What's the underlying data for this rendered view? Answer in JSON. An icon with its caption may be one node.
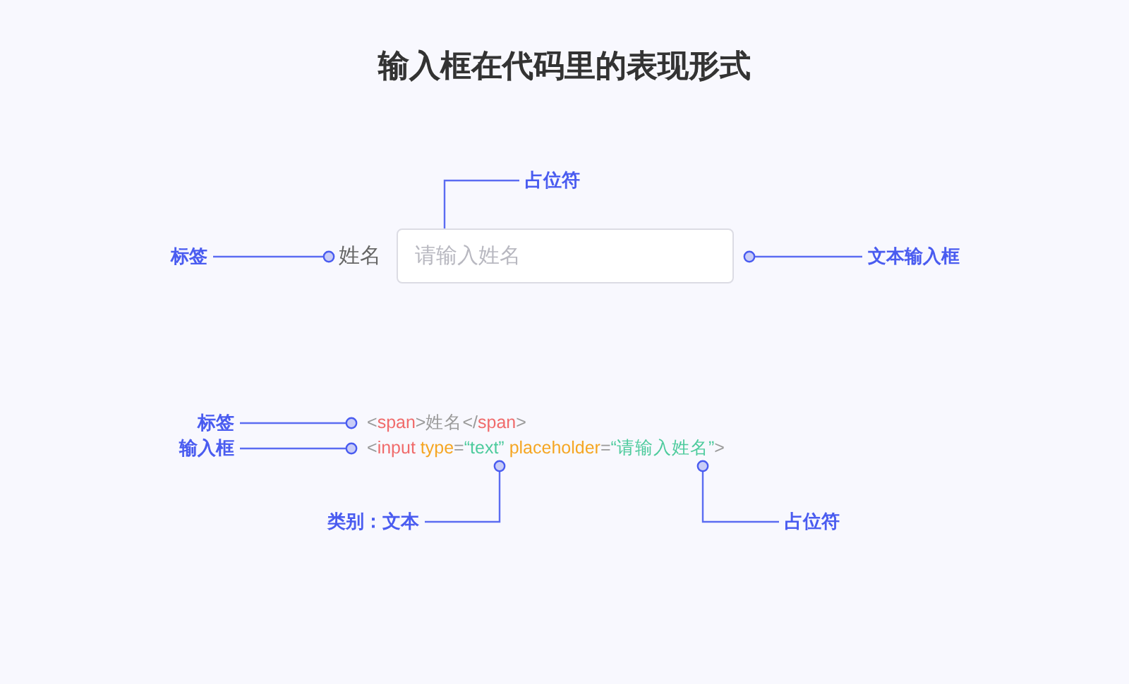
{
  "diagram": {
    "title": "输入框在代码里的表现形式",
    "nodes": [
      {
        "text": [
          "标签"
        ]
      },
      {
        "text": [
          "姓名"
        ]
      },
      {
        "text": [
          "请输入姓名"
        ]
      },
      {
        "text": [
          "占位符"
        ]
      },
      {
        "text": [
          "文本输入框"
        ]
      },
      {
        "text": [
          "标签"
        ]
      },
      {
        "text": [
          "<span>姓名</span>"
        ]
      },
      {
        "text": [
          "输入框"
        ]
      },
      {
        "text": [
          "<input type=“text” placeholder=“请输入姓名”>"
        ]
      },
      {
        "text": [
          "类别：文本"
        ]
      },
      {
        "text": [
          "占位符"
        ]
      }
    ],
    "edges": [
      {
        "from": 0,
        "to": 1,
        "arrow": "other"
      },
      {
        "from": 3,
        "to": 2,
        "arrow": "other"
      },
      {
        "from": 4,
        "to": 2,
        "arrow": "other"
      },
      {
        "from": 5,
        "to": 6,
        "arrow": "other"
      },
      {
        "from": 7,
        "to": 8,
        "arrow": "other"
      },
      {
        "from": 9,
        "to": 8,
        "arrow": "other"
      },
      {
        "from": 10,
        "to": 8,
        "arrow": "other"
      }
    ]
  }
}
